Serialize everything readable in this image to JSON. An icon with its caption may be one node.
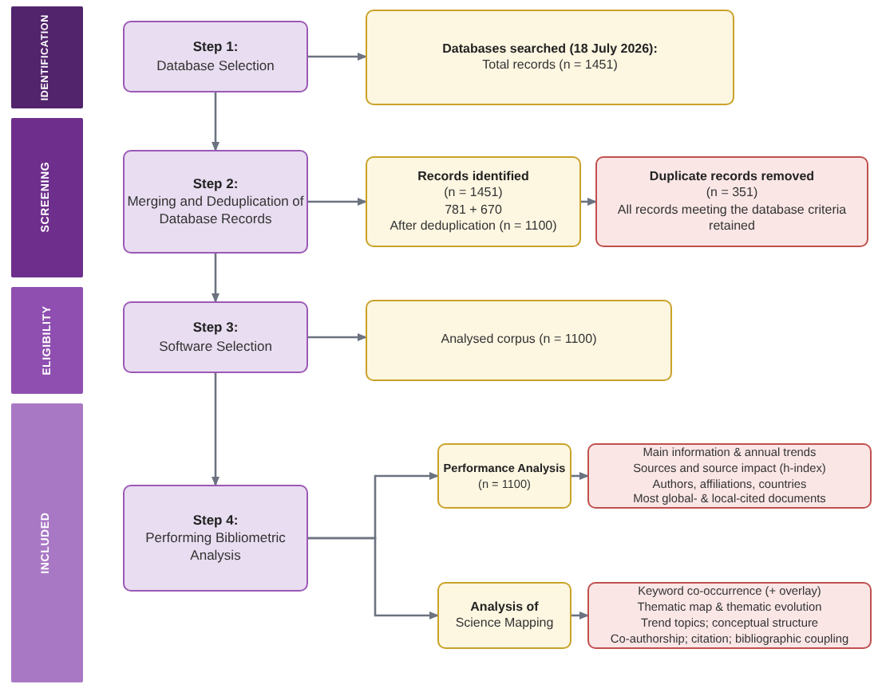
{
  "diagram": {
    "nodes": [
      {
        "text": [
          "IDENTIFICATION"
        ]
      },
      {
        "text": [
          "SCREENING"
        ]
      },
      {
        "text": [
          "ELIGIBILITY"
        ]
      },
      {
        "text": [
          "INCLUDED"
        ]
      },
      {
        "text": [
          "Step 1:",
          "Database Selection"
        ]
      },
      {
        "text": [
          "Databases searched (18 July 2026):",
          "Total records (n = 1451)"
        ]
      },
      {
        "text": [
          "Step 2:",
          "Merging and Deduplication of Database Records"
        ]
      },
      {
        "text": [
          "Records identified",
          "(n = 1451)",
          "781 + 670",
          "After deduplication (n = 1100)"
        ]
      },
      {
        "text": [
          "Duplicate records removed",
          "(n = 351)",
          "All records meeting the database criteria retained"
        ]
      },
      {
        "text": [
          "Step 3:",
          "Software Selection"
        ]
      },
      {
        "text": [
          "Analysed corpus (n = 1100)"
        ]
      },
      {
        "text": [
          "Step 4:",
          "Performing Bibliometric Analysis"
        ]
      },
      {
        "text": [
          "Performance Analysis",
          "(n = 1100)"
        ]
      },
      {
        "text": [
          "Main information & annual trends",
          "Sources and source impact (h-index)",
          "Authors, affiliations, countries",
          "Most global- & local-cited documents"
        ]
      },
      {
        "text": [
          "Analysis of",
          "Science Mapping"
        ]
      },
      {
        "text": [
          "Keyword co-occurrence (+ overlay)",
          "Thematic map & thematic evolution",
          "Trend topics; conceptual structure",
          "Co-authorship; citation; bibliographic coupling"
        ]
      }
    ],
    "edges": [
      {
        "from": 4,
        "to": 5,
        "arrow": "to"
      },
      {
        "from": 4,
        "to": 6,
        "arrow": "to"
      },
      {
        "from": 6,
        "to": 7,
        "arrow": "to"
      },
      {
        "from": 7,
        "to": 8,
        "arrow": "to"
      },
      {
        "from": 6,
        "to": 9,
        "arrow": "to"
      },
      {
        "from": 9,
        "to": 10,
        "arrow": "to"
      },
      {
        "from": 9,
        "to": 11,
        "arrow": "to"
      },
      {
        "from": 11,
        "to": 12,
        "arrow": "to"
      },
      {
        "from": 11,
        "to": 14,
        "arrow": "to"
      },
      {
        "from": 12,
        "to": 13,
        "arrow": "to"
      },
      {
        "from": 14,
        "to": 15,
        "arrow": "to"
      }
    ]
  }
}
